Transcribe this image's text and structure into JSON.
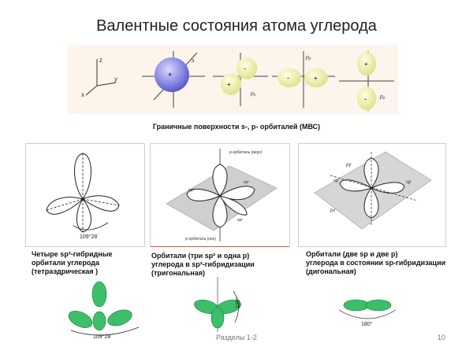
{
  "title": "Валентные состояния атома углерода",
  "top_panel": {
    "axes": {
      "x": "x",
      "y": "y",
      "z": "z"
    },
    "orbital_labels": [
      "s",
      "p",
      "p",
      "p"
    ],
    "p_subscripts": [
      "x",
      "y",
      "z"
    ],
    "signs": {
      "plus": "+",
      "minus": "-"
    }
  },
  "caption_top": "Граничные поверхности s-, p- орбиталей (МВС)",
  "panel1": {
    "angle": "109°28´",
    "caption_lines": [
      "Четыре sp³-гибридные",
      "орбитали углерода",
      "(тетраэдрическая )"
    ],
    "bottom_angle": "109°28´"
  },
  "panel2": {
    "label_top": "p-орбиталь (верх)",
    "label_bottom": "p-орбиталь (низ)",
    "orbital_labels": [
      "sp²",
      "sp²",
      "sp²"
    ],
    "caption_lines": [
      "Орбитали (три sp² и одна p)",
      "углерода в sp²-гибридизации",
      "(тригональная)"
    ],
    "bottom_angle": "120°"
  },
  "panel3": {
    "orbital_labels": [
      "py",
      "px",
      "sp",
      "sp"
    ],
    "caption_lines": [
      "Орбитали (две sp и две p)",
      "углерода в состоянии sp-гибридизации",
      "(дигональная)"
    ],
    "bottom_angle": "180°"
  },
  "footer": {
    "section": "Разделы 1-2",
    "page": "10"
  },
  "colors": {
    "s_orbital": "#8e8ee6",
    "p_orbital": "#eef0a6",
    "hybrid_green": "#3dbf6a",
    "panel_bg": "#fdf4ec"
  }
}
